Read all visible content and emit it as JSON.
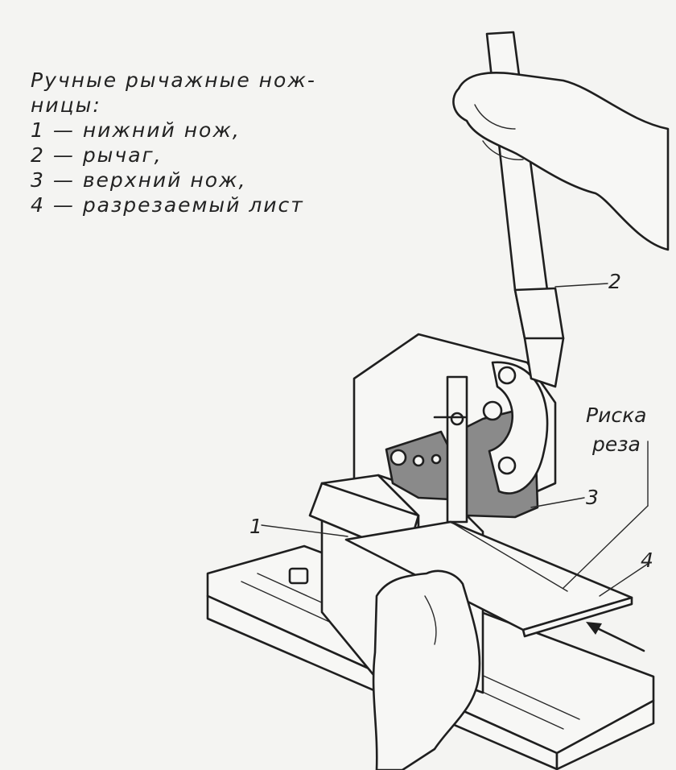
{
  "caption": {
    "title_line1": "Ручные рычажные нож-",
    "title_line2": "ницы:",
    "legend": [
      {
        "num": "1",
        "dash": " — ",
        "text": "нижний нож,"
      },
      {
        "num": "2",
        "dash": " — ",
        "text": "рычаг,"
      },
      {
        "num": "3",
        "dash": " — ",
        "text": "верхний нож,"
      },
      {
        "num": "4",
        "dash": " — ",
        "text": "разрезаемый лист"
      }
    ]
  },
  "callouts": {
    "c1": "1",
    "c2": "2",
    "c3": "3",
    "c4": "4",
    "cut_mark_line1": "Риска",
    "cut_mark_line2": "реза"
  }
}
